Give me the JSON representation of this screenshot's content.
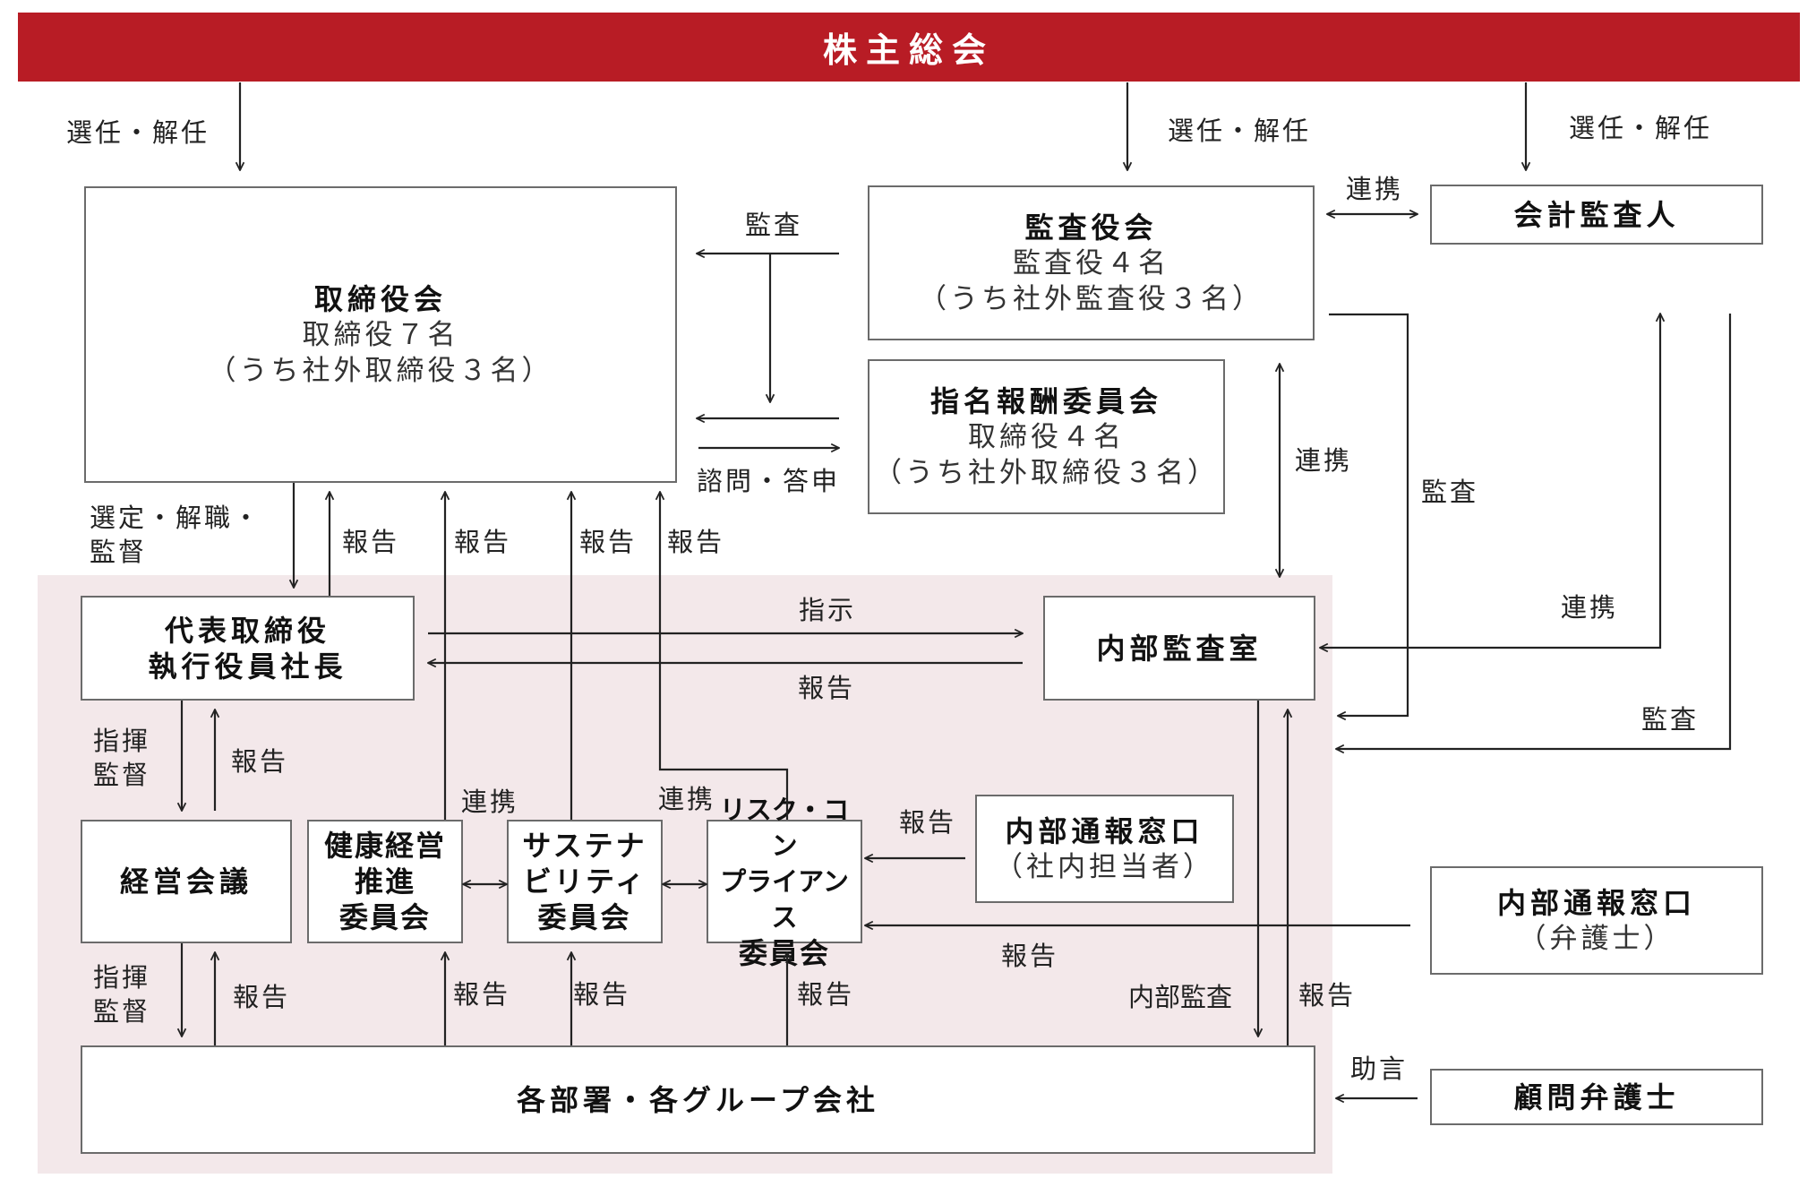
{
  "banner": {
    "title": "株主総会"
  },
  "boxes": {
    "board": {
      "title": "取締役会",
      "line1": "取締役７名",
      "line2": "（うち社外取締役３名）"
    },
    "audit_board": {
      "title": "監査役会",
      "line1": "監査役４名",
      "line2": "（うち社外監査役３名）"
    },
    "nomination": {
      "title": "指名報酬委員会",
      "line1": "取締役４名",
      "line2": "（うち社外取締役３名）"
    },
    "accounting_auditor": {
      "title": "会計監査人"
    },
    "president": {
      "line1": "代表取締役",
      "line2": "執行役員社長"
    },
    "internal_audit": {
      "title": "内部監査室"
    },
    "management_meeting": {
      "title": "経営会議"
    },
    "health": {
      "line1": "健康経営",
      "line2": "推進",
      "line3": "委員会"
    },
    "sustainability": {
      "line1": "サステナ",
      "line2": "ビリティ",
      "line3": "委員会"
    },
    "risk": {
      "line1": "リスク・コン",
      "line2": "プライアンス",
      "line3": "委員会"
    },
    "whistle_internal": {
      "title": "内部通報窓口",
      "sub": "（社内担当者）"
    },
    "whistle_lawyer": {
      "title": "内部通報窓口",
      "sub": "（弁護士）"
    },
    "departments": {
      "title": "各部署・各グループ会社"
    },
    "advisor": {
      "title": "顧問弁護士"
    }
  },
  "labels": {
    "elect_board": "選任・解任",
    "elect_auditors": "選任・解任",
    "elect_accountant": "選任・解任",
    "coop_auditors_accountant": "連携",
    "audit_top": "監査",
    "consult": "諮問・答申",
    "select_line1": "選定・解職・",
    "select_line2": "監督",
    "report_a": "報告",
    "report_b": "報告",
    "report_c": "報告",
    "report_d": "報告",
    "coop_audit_internal": "連携",
    "audit_right": "監査",
    "instruct": "指示",
    "report_exec": "報告",
    "coop_accountant_internal": "連携",
    "audit_accountant": "監査",
    "direct1_line1": "指揮",
    "direct1_line2": "監督",
    "report_mgmt": "報告",
    "coop_health": "連携",
    "coop_risk": "連携",
    "report_whistle": "報告",
    "report_lawyer": "報告",
    "direct2_line1": "指揮",
    "direct2_line2": "監督",
    "report_dept1": "報告",
    "report_dept2": "報告",
    "report_dept3": "報告",
    "report_dept4": "報告",
    "internal_audit_label": "内部監査",
    "report_internal": "報告",
    "advice": "助言"
  },
  "colors": {
    "banner": "#b81c25",
    "zone": "#f3e8ea",
    "line": "#222222",
    "border": "#6b6b6b"
  }
}
